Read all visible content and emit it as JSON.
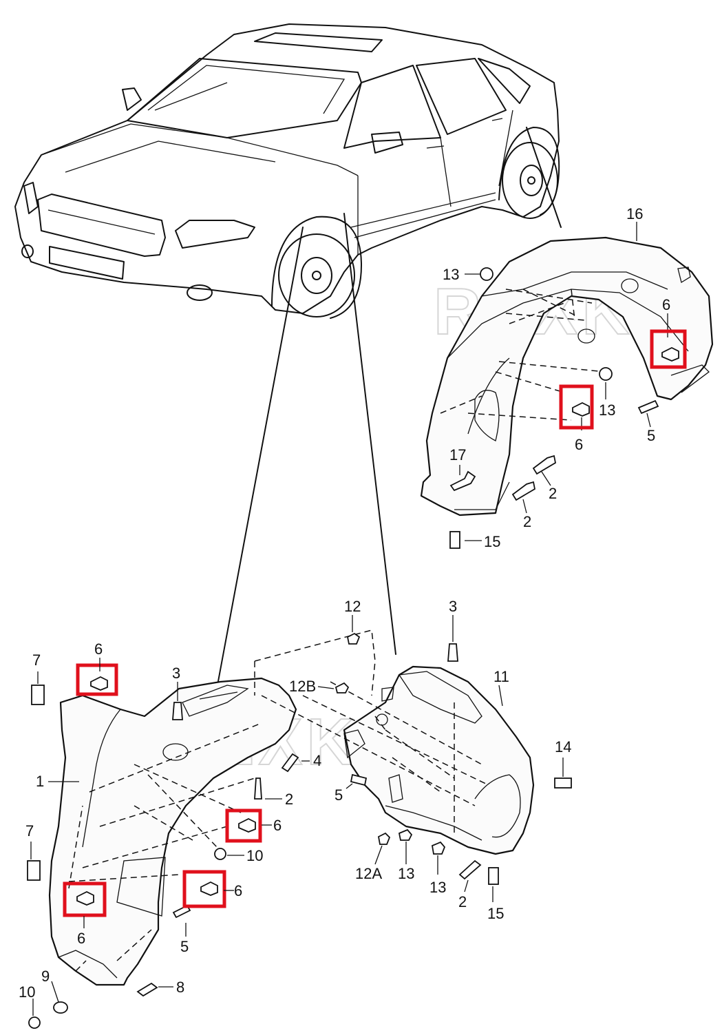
{
  "watermarks": [
    "REXKA",
    "REXKA"
  ],
  "callouts": {
    "c1": "1",
    "c2a": "2",
    "c2b": "2",
    "c2c": "2",
    "c2d": "2",
    "c3a": "3",
    "c3b": "3",
    "c4": "4",
    "c5a": "5",
    "c5b": "5",
    "c5c": "5",
    "c6a": "6",
    "c6b": "6",
    "c6c": "6",
    "c6d": "6",
    "c6e": "6",
    "c6f": "6",
    "c7a": "7",
    "c7b": "7",
    "c8": "8",
    "c9": "9",
    "c10a": "10",
    "c10b": "10",
    "c11": "11",
    "c12": "12",
    "c12a": "12A",
    "c12b": "12B",
    "c13a": "13",
    "c13b": "13",
    "c13c": "13",
    "c13d": "13",
    "c14": "14",
    "c15a": "15",
    "c15b": "15",
    "c16": "16",
    "c17": "17"
  },
  "highlight_color": "#e0101c",
  "line_color": "#111111"
}
